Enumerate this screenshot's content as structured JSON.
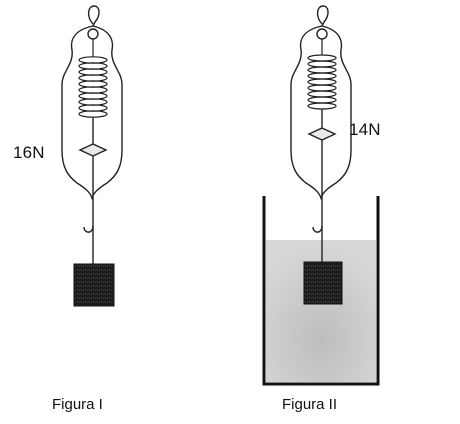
{
  "figures": [
    {
      "caption": "Figura I",
      "reading": "16N"
    },
    {
      "caption": "Figura II",
      "reading": "14N"
    }
  ],
  "colors": {
    "ink": "#222222",
    "liquid": "#cfcfcf",
    "block": "#1c1c1c"
  }
}
